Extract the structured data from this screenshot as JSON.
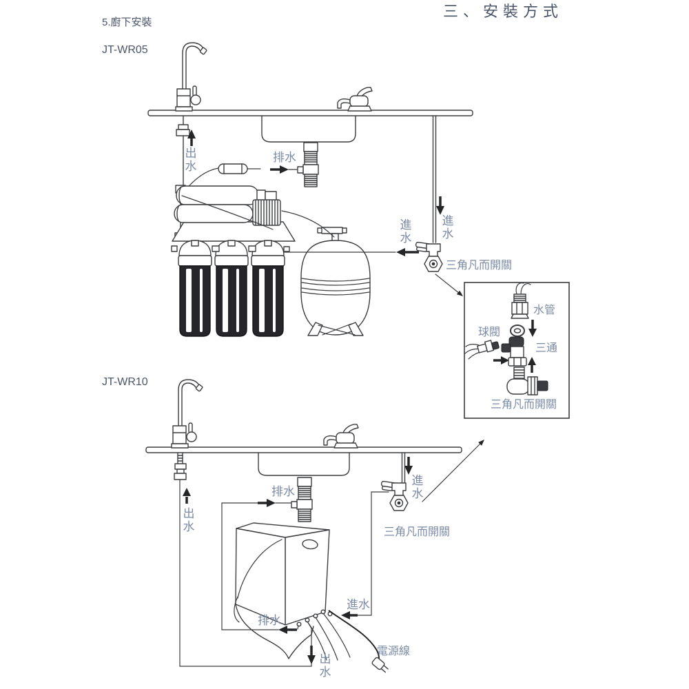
{
  "page": {
    "section_label": "5.廚下安裝",
    "title": "三、安裝方式"
  },
  "top_diagram": {
    "model": "JT-WR05",
    "out_water": "出水",
    "drain": "排水",
    "in_water_pipe": "進水",
    "in_water_tank": "進水",
    "angle_valve": "三角凡而開關"
  },
  "detail_box": {
    "water_pipe": "水管",
    "ball_valve": "球閥",
    "tee": "三通",
    "angle_valve": "三角凡而開關"
  },
  "bottom_diagram": {
    "model": "JT-WR10",
    "out_water_faucet": "出水",
    "drain_sink": "排水",
    "in_water_valve": "進水",
    "angle_valve": "三角凡而開關",
    "drain_unit": "排水",
    "in_water_unit": "進水",
    "out_water_unit": "出水",
    "power_cord": "電源線"
  },
  "colors": {
    "line": "#3a3c3f",
    "label": "#7b8ba6",
    "heading": "#4a5568"
  }
}
